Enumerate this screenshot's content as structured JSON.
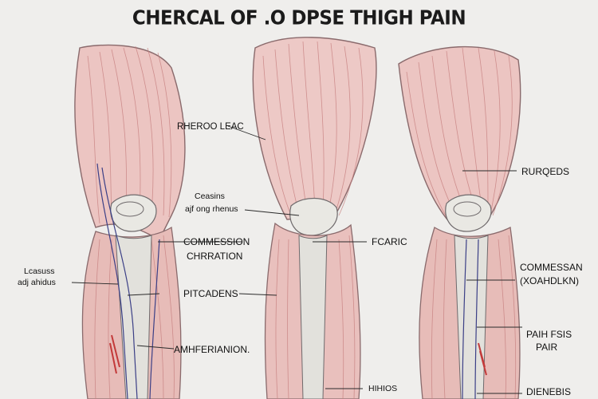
{
  "title": "CHERCAL OF .O DPSE THIGH PAIN",
  "labels": {
    "left_upper": "RHEROO LEAC",
    "left_small_1": "Ceasins",
    "left_small_2": "ajf ong rhenus",
    "left_commession_1": "COMMESSION",
    "left_commession_2": "CHRRATION",
    "far_left_1": "Lcasuss",
    "far_left_2": "adj ahidus",
    "left_mid": "PITCADENS",
    "left_lower": "AMHFERIANION.",
    "center_right": "FCARIC",
    "right_upper": "RURQEDS",
    "right_commession_1": "COMMESSAN",
    "right_commession_2": "(XOAHDLKN)",
    "right_pain_1": "PAIH FSIS",
    "right_pain_2": "PAIR",
    "bottom_center": "HIHIOS",
    "bottom_right": "DIENEBIS"
  },
  "colors": {
    "background": "#efeeec",
    "muscle": "#e6b5b3",
    "muscle_line": "#c56c6c",
    "outline": "#7e5f63",
    "bone": "#dcdcd6",
    "vessel": "#3b3f86"
  }
}
